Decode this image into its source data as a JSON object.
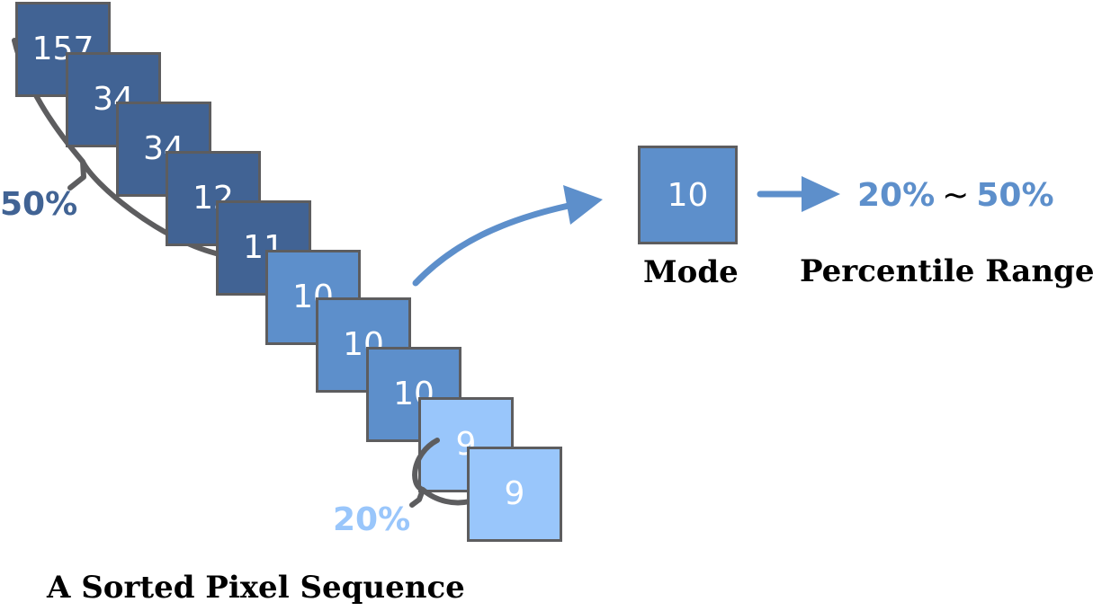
{
  "sequence": {
    "title": "A Sorted Pixel Sequence",
    "pixels": [
      {
        "value": "157",
        "tone": "dark"
      },
      {
        "value": "34",
        "tone": "dark"
      },
      {
        "value": "34",
        "tone": "dark"
      },
      {
        "value": "12",
        "tone": "dark"
      },
      {
        "value": "11",
        "tone": "dark"
      },
      {
        "value": "10",
        "tone": "mid"
      },
      {
        "value": "10",
        "tone": "mid"
      },
      {
        "value": "10",
        "tone": "mid"
      },
      {
        "value": "9",
        "tone": "light"
      },
      {
        "value": "9",
        "tone": "light"
      }
    ],
    "brace_upper_label": "50%",
    "brace_lower_label": "20%"
  },
  "mode": {
    "value": "10",
    "label": "Mode"
  },
  "range": {
    "low": "20%",
    "separator": "~",
    "high": "50%",
    "label": "Percentile Range"
  },
  "colors": {
    "dark": "#416394",
    "mid": "#5d8fcb",
    "light": "#99c6fb",
    "stroke": "#5d5d5f"
  }
}
